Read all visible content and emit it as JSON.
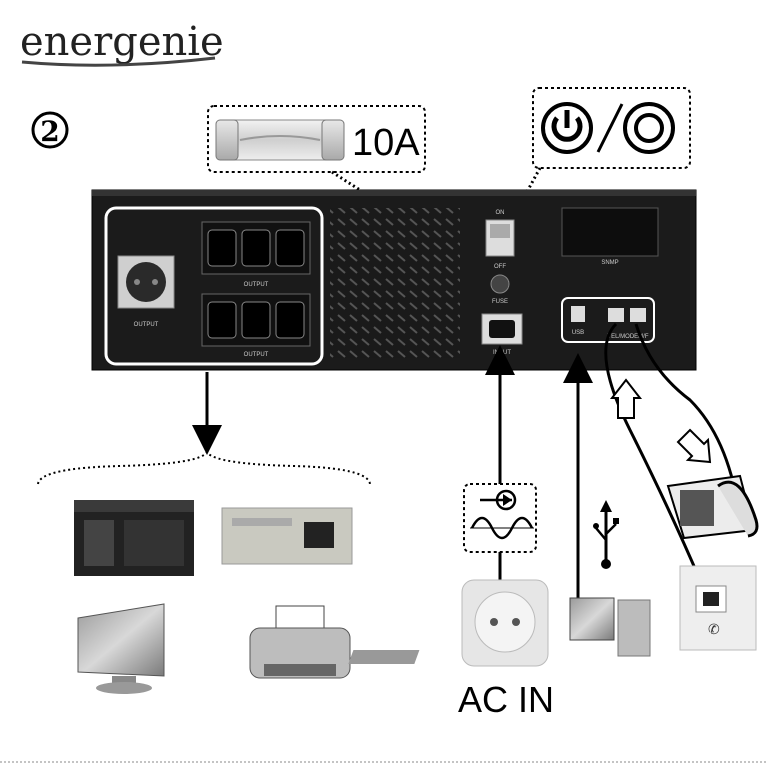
{
  "brand": {
    "logo_text": "energenie"
  },
  "step_number": "2",
  "fuse_rating": "10A",
  "ups_panel": {
    "switch_on": "ON",
    "switch_off": "OFF",
    "fuse": "FUSE",
    "snmp": "SNMP",
    "input": "INPUT",
    "output_schuko": "OUTPUT",
    "output_upper": "OUTPUT",
    "output_lower": "OUTPUT",
    "usb": "USB",
    "tel_modem": "TEL/MODEM/F"
  },
  "ac_in_label": "AC IN",
  "colors": {
    "panel": "#1a1a1a",
    "line": "#000000",
    "accent": "#ffffff"
  },
  "icons": [
    "power-standby-icon",
    "power-off-icon",
    "usb-icon",
    "sine-wave-icon",
    "arrow-icon"
  ]
}
